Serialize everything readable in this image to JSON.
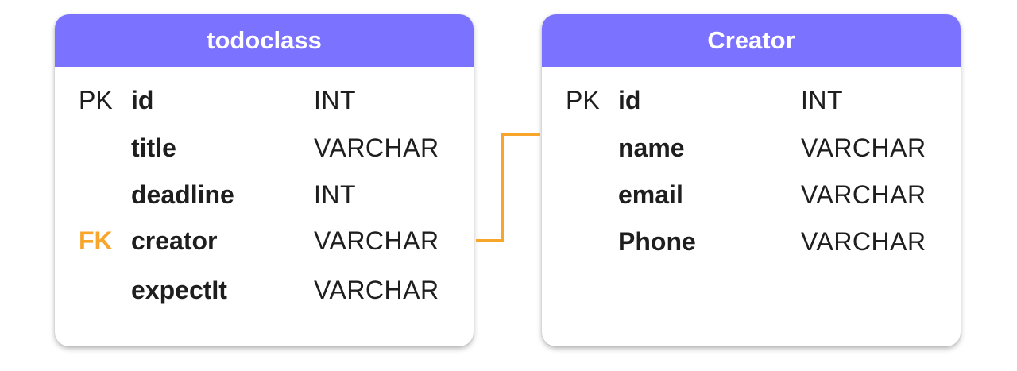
{
  "colors": {
    "header_bg": "#7b72ff",
    "header_text": "#ffffff",
    "pk_text": "#1e1e1e",
    "fk_text": "#f7a52b",
    "connector": "#f7a52b"
  },
  "tables": [
    {
      "title": "todoclass",
      "columns": [
        {
          "key": "PK",
          "name": "id",
          "type": "INT"
        },
        {
          "key": "",
          "name": "title",
          "type": "VARCHAR"
        },
        {
          "key": "",
          "name": "deadline",
          "type": "INT"
        },
        {
          "key": "FK",
          "name": "creator",
          "type": "VARCHAR"
        },
        {
          "key": "",
          "name": "expectIt",
          "type": "VARCHAR"
        }
      ]
    },
    {
      "title": "Creator",
      "columns": [
        {
          "key": "PK",
          "name": "id",
          "type": "INT"
        },
        {
          "key": "",
          "name": "name",
          "type": "VARCHAR"
        },
        {
          "key": "",
          "name": "email",
          "type": "VARCHAR"
        },
        {
          "key": "",
          "name": "Phone",
          "type": "VARCHAR"
        }
      ]
    }
  ]
}
